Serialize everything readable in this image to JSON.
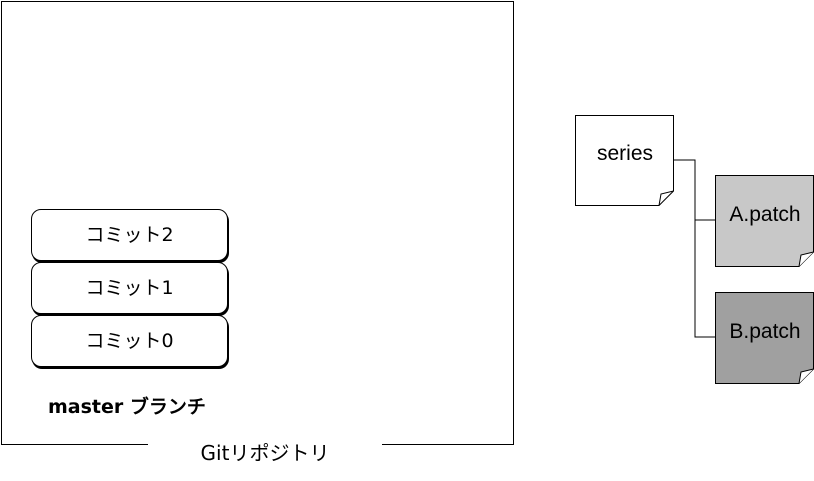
{
  "repository": {
    "label": "Gitリポジトリ"
  },
  "branch": {
    "label": "master ブランチ",
    "commits": [
      "コミット2",
      "コミット1",
      "コミット0"
    ]
  },
  "patch_queue": {
    "series_label": "series",
    "patches": [
      {
        "label": "A.patch",
        "fill": "#c8c8c8"
      },
      {
        "label": "B.patch",
        "fill": "#a0a0a0"
      }
    ]
  }
}
